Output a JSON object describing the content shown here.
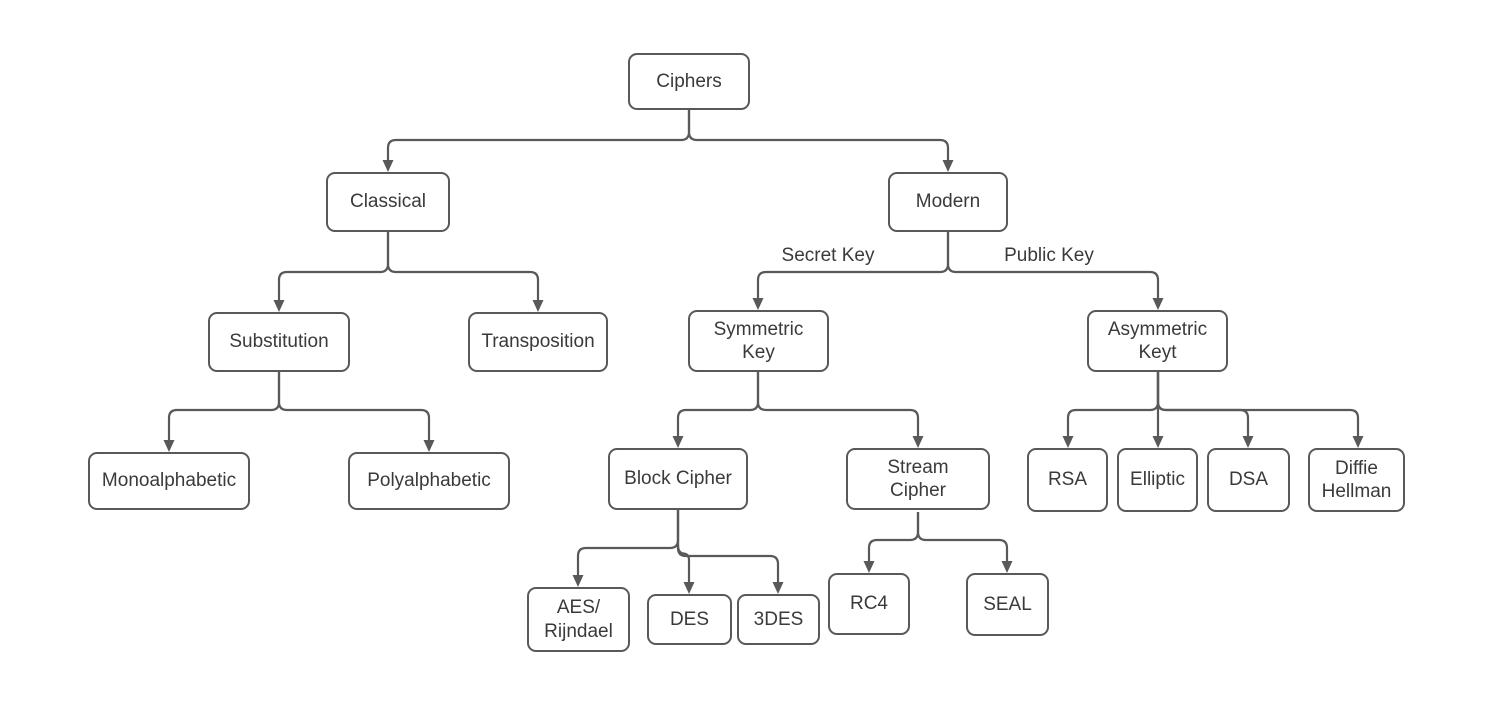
{
  "diagram": {
    "type": "tree-flowchart",
    "topic": "Ciphers classification",
    "colors": {
      "line": "#595959",
      "border": "#595959",
      "text": "#3a3a3a",
      "fill": "#ffffff",
      "bg": "#ffffff"
    },
    "nodes": [
      {
        "id": "ciphers",
        "label": "Ciphers"
      },
      {
        "id": "classical",
        "label": "Classical"
      },
      {
        "id": "modern",
        "label": "Modern"
      },
      {
        "id": "substitution",
        "label": "Substitution"
      },
      {
        "id": "transposition",
        "label": "Transposition"
      },
      {
        "id": "symmetric-key",
        "label": "Symmetric\nKey"
      },
      {
        "id": "asymmetric-keyt",
        "label": "Asymmetric\nKeyt"
      },
      {
        "id": "monoalphabetic",
        "label": "Monoalphabetic"
      },
      {
        "id": "polyalphabetic",
        "label": "Polyalphabetic"
      },
      {
        "id": "block-cipher",
        "label": "Block Cipher"
      },
      {
        "id": "stream-cipher",
        "label": "Stream\nCipher"
      },
      {
        "id": "rsa",
        "label": "RSA"
      },
      {
        "id": "elliptic",
        "label": "Elliptic"
      },
      {
        "id": "dsa",
        "label": "DSA"
      },
      {
        "id": "diffie-hellman",
        "label": "Diffie\nHellman"
      },
      {
        "id": "aes-rijndael",
        "label": "AES/\nRijndael"
      },
      {
        "id": "des",
        "label": "DES"
      },
      {
        "id": "3des",
        "label": "3DES"
      },
      {
        "id": "rc4",
        "label": "RC4"
      },
      {
        "id": "seal",
        "label": "SEAL"
      }
    ],
    "edges": [
      {
        "from": "ciphers",
        "to": "classical"
      },
      {
        "from": "ciphers",
        "to": "modern"
      },
      {
        "from": "classical",
        "to": "substitution"
      },
      {
        "from": "classical",
        "to": "transposition"
      },
      {
        "from": "modern",
        "to": "symmetric-key",
        "label": "Secret Key"
      },
      {
        "from": "modern",
        "to": "asymmetric-keyt",
        "label": "Public Key"
      },
      {
        "from": "substitution",
        "to": "monoalphabetic"
      },
      {
        "from": "substitution",
        "to": "polyalphabetic"
      },
      {
        "from": "symmetric-key",
        "to": "block-cipher"
      },
      {
        "from": "symmetric-key",
        "to": "stream-cipher"
      },
      {
        "from": "asymmetric-keyt",
        "to": "rsa"
      },
      {
        "from": "asymmetric-keyt",
        "to": "elliptic"
      },
      {
        "from": "asymmetric-keyt",
        "to": "dsa"
      },
      {
        "from": "asymmetric-keyt",
        "to": "diffie-hellman"
      },
      {
        "from": "block-cipher",
        "to": "aes-rijndael"
      },
      {
        "from": "block-cipher",
        "to": "des"
      },
      {
        "from": "block-cipher",
        "to": "3des"
      },
      {
        "from": "stream-cipher",
        "to": "rc4"
      },
      {
        "from": "stream-cipher",
        "to": "seal"
      }
    ]
  }
}
